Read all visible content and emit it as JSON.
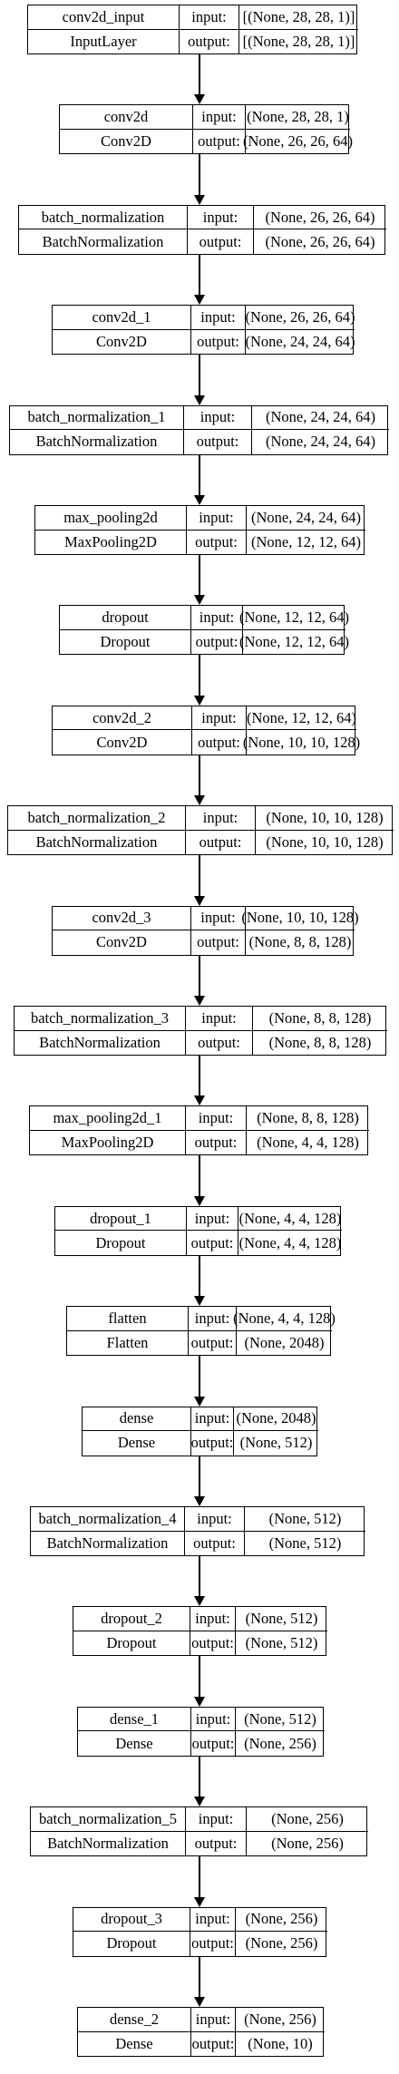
{
  "labels": {
    "input": "input:",
    "output": "output:"
  },
  "layers": [
    {
      "name": "conv2d_input",
      "type": "InputLayer",
      "input": "[(None, 28, 28, 1)]",
      "output": "[(None, 28, 28, 1)]"
    },
    {
      "name": "conv2d",
      "type": "Conv2D",
      "input": "(None, 28, 28, 1)",
      "output": "(None, 26, 26, 64)"
    },
    {
      "name": "batch_normalization",
      "type": "BatchNormalization",
      "input": "(None, 26, 26, 64)",
      "output": "(None, 26, 26, 64)"
    },
    {
      "name": "conv2d_1",
      "type": "Conv2D",
      "input": "(None, 26, 26, 64)",
      "output": "(None, 24, 24, 64)"
    },
    {
      "name": "batch_normalization_1",
      "type": "BatchNormalization",
      "input": "(None, 24, 24, 64)",
      "output": "(None, 24, 24, 64)"
    },
    {
      "name": "max_pooling2d",
      "type": "MaxPooling2D",
      "input": "(None, 24, 24, 64)",
      "output": "(None, 12, 12, 64)"
    },
    {
      "name": "dropout",
      "type": "Dropout",
      "input": "(None, 12, 12, 64)",
      "output": "(None, 12, 12, 64)"
    },
    {
      "name": "conv2d_2",
      "type": "Conv2D",
      "input": "(None, 12, 12, 64)",
      "output": "(None, 10, 10, 128)"
    },
    {
      "name": "batch_normalization_2",
      "type": "BatchNormalization",
      "input": "(None, 10, 10, 128)",
      "output": "(None, 10, 10, 128)"
    },
    {
      "name": "conv2d_3",
      "type": "Conv2D",
      "input": "(None, 10, 10, 128)",
      "output": "(None, 8, 8, 128)"
    },
    {
      "name": "batch_normalization_3",
      "type": "BatchNormalization",
      "input": "(None, 8, 8, 128)",
      "output": "(None, 8, 8, 128)"
    },
    {
      "name": "max_pooling2d_1",
      "type": "MaxPooling2D",
      "input": "(None, 8, 8, 128)",
      "output": "(None, 4, 4, 128)"
    },
    {
      "name": "dropout_1",
      "type": "Dropout",
      "input": "(None, 4, 4, 128)",
      "output": "(None, 4, 4, 128)"
    },
    {
      "name": "flatten",
      "type": "Flatten",
      "input": "(None, 4, 4, 128)",
      "output": "(None, 2048)"
    },
    {
      "name": "dense",
      "type": "Dense",
      "input": "(None, 2048)",
      "output": "(None, 512)"
    },
    {
      "name": "batch_normalization_4",
      "type": "BatchNormalization",
      "input": "(None, 512)",
      "output": "(None, 512)"
    },
    {
      "name": "dropout_2",
      "type": "Dropout",
      "input": "(None, 512)",
      "output": "(None, 512)"
    },
    {
      "name": "dense_1",
      "type": "Dense",
      "input": "(None, 512)",
      "output": "(None, 256)"
    },
    {
      "name": "batch_normalization_5",
      "type": "BatchNormalization",
      "input": "(None, 256)",
      "output": "(None, 256)"
    },
    {
      "name": "dropout_3",
      "type": "Dropout",
      "input": "(None, 256)",
      "output": "(None, 256)"
    },
    {
      "name": "dense_2",
      "type": "Dense",
      "input": "(None, 256)",
      "output": "(None, 10)"
    }
  ]
}
